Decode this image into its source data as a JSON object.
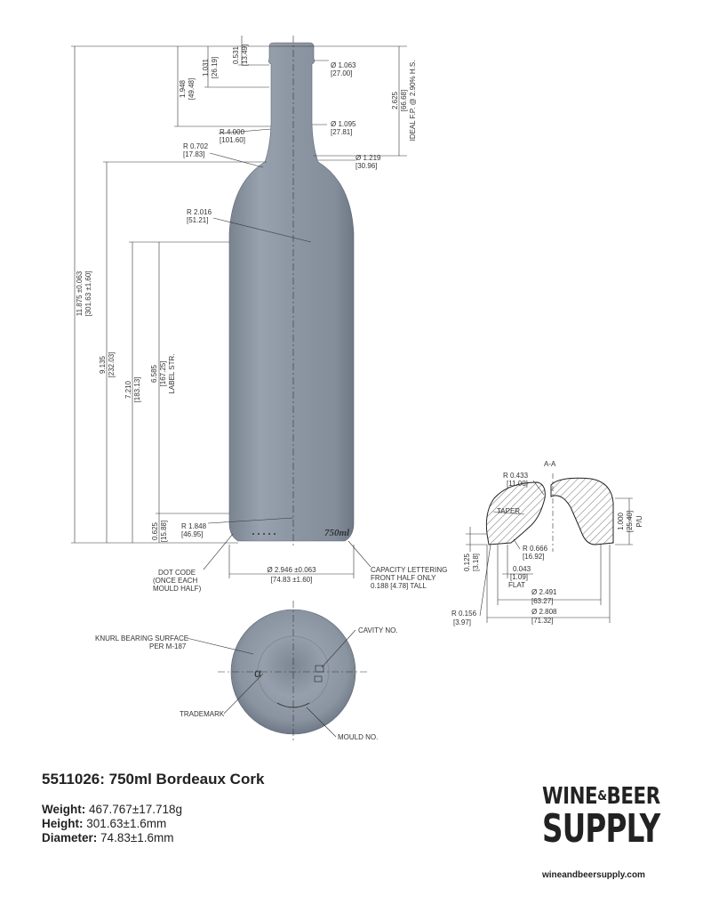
{
  "header": {
    "title": "5511026: 750ml Bordeaux Cork"
  },
  "specs": [
    {
      "label": "Weight:",
      "value": "467.767±17.718g"
    },
    {
      "label": "Height:",
      "value": "301.63±1.6mm"
    },
    {
      "label": "Diameter:",
      "value": "74.83±1.6mm"
    }
  ],
  "brand": {
    "line1_a": "WINE",
    "line1_amp": "&",
    "line1_b": "BEER",
    "line2": "SUPPLY",
    "url": "wineandbeersupply.com"
  },
  "drawing": {
    "colors": {
      "bottle": "#8e98a4",
      "line": "#222222",
      "hatch": "#444444"
    },
    "dims": {
      "d_0531": "0.531",
      "d_0531_mm": "[13.49]",
      "d_1031": "1.031",
      "d_1031_mm": "[26.19]",
      "d_1948": "1.948",
      "d_1948_mm": "[49.48]",
      "d_1063": "Ø 1.063",
      "d_1063_mm": "[27.00]",
      "d_2625": "2.625",
      "d_2625_mm": "[66.68]",
      "ideal_fp": "IDEAL F.P. @ 2.90% H.S.",
      "d_r4": "R 4.000",
      "d_r4_mm": "[101.60]",
      "d_1095": "Ø 1.095",
      "d_1095_mm": "[27.81]",
      "d_r0702": "R 0.702",
      "d_r0702_mm": "[17.83]",
      "d_1219": "Ø 1.219",
      "d_1219_mm": "[30.96]",
      "d_r2016": "R 2.016",
      "d_r2016_mm": "[51.21]",
      "d_11875": "11.875 ±0.063",
      "d_11875_mm": "[301.63 ±1.60]",
      "d_9135": "9.135",
      "d_9135_mm": "[232.03]",
      "d_7210": "7.210",
      "d_7210_mm": "[183.13]",
      "d_6585": "6.585",
      "d_6585_mm": "[167.25]",
      "label_str": "LABEL STR.",
      "d_0625": "0.625",
      "d_0625_mm": "[15.88]",
      "d_r1848": "R 1.848",
      "d_r1848_mm": "[46.95]",
      "bottle_mark": "750ml",
      "d_2946": "Ø 2.946 ±0.063",
      "d_2946_mm": "[74.83 ±1.60]",
      "dot_code_1": "DOT CODE",
      "dot_code_2": "(ONCE EACH",
      "dot_code_3": "MOULD HALF)",
      "cap_1": "CAPACITY LETTERING",
      "cap_2": "FRONT HALF ONLY",
      "cap_3": "0.188 [4.78] TALL",
      "knurl_1": "KNURL BEARING SURFACE",
      "knurl_2": "PER M-187",
      "cavity": "CAVITY NO.",
      "trademark": "TRADEMARK",
      "mould": "MOULD NO.",
      "trademark_glyph": "α",
      "aa": "A-A",
      "r0433": "R 0.433",
      "r0433_mm": "[11.00]",
      "taper": "TAPER",
      "d_1000": "1.000",
      "d_1000_mm": "[25.40]",
      "pu": "P/U",
      "r0666": "R 0.666",
      "r0666_mm": "[16.92]",
      "d_0125": "0.125",
      "d_0125_mm": "[3.18]",
      "d_0043": "0.043",
      "d_0043_mm": "[1.09]",
      "flat": "FLAT",
      "d_2491": "Ø 2.491",
      "d_2491_mm": "[63.27]",
      "r0156": "R 0.156",
      "r0156_mm": "[3.97]",
      "d_2808": "Ø 2.808",
      "d_2808_mm": "[71.32]"
    }
  }
}
